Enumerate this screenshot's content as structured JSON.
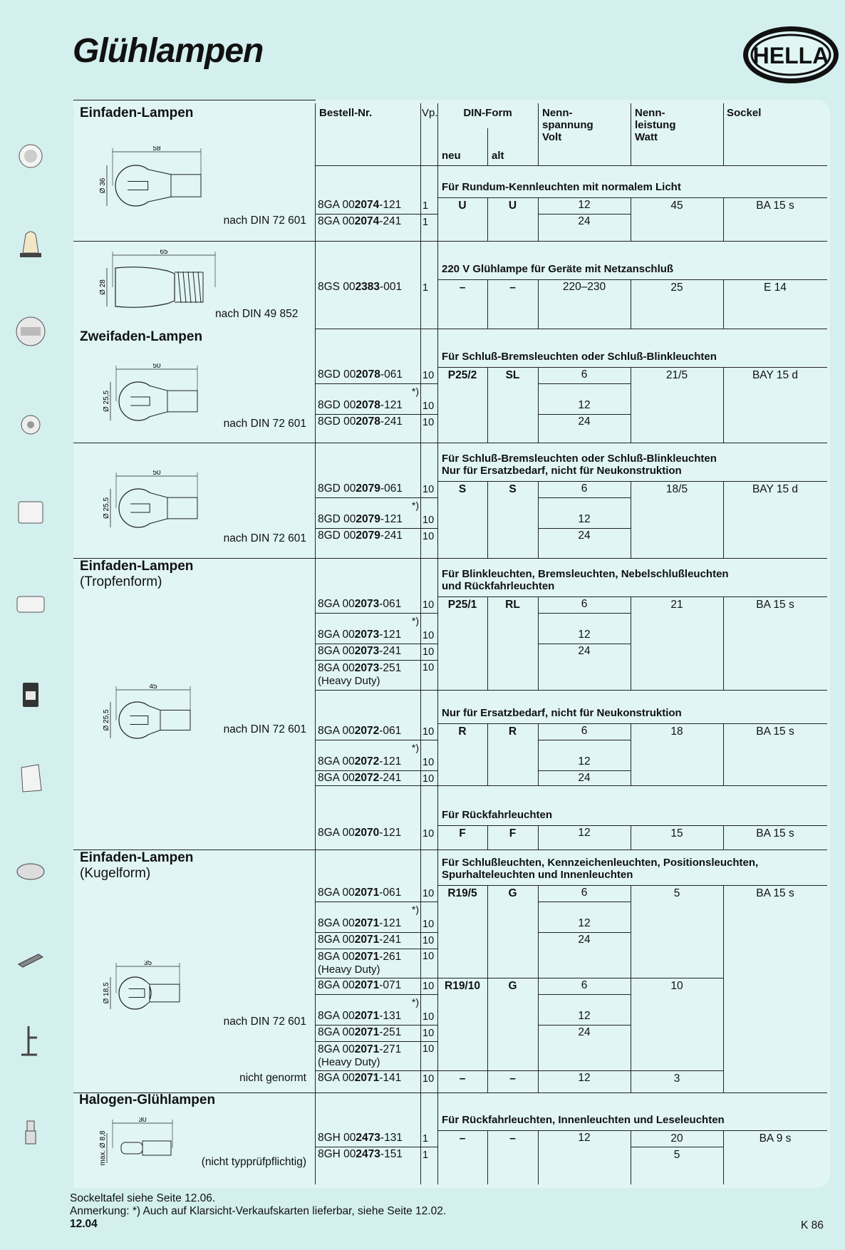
{
  "page": {
    "title": "Glühlampen",
    "logo_text": "HELLA",
    "section_number": "12.04",
    "page_ref": "K  86"
  },
  "footer": {
    "note1": "Sockeltafel siehe Seite 12.06.",
    "note2": "Anmerkung: *) Auch auf Klarsicht-Verkaufskarten lieferbar, siehe Seite 12.02."
  },
  "header": {
    "bestell": "Bestell-Nr.",
    "vp": "Vp.",
    "din": "DIN-Form",
    "neu": "neu",
    "alt": "alt",
    "volt": [
      "Nenn-",
      "spannung",
      "Volt"
    ],
    "watt": [
      "Nenn-",
      "leistung",
      "Watt"
    ],
    "sockel": "Sockel"
  },
  "left": {
    "h1": "Einfaden-Lampen",
    "n1": "nach DIN 72 601",
    "n2": "nach DIN 49 852",
    "h2": "Zweifaden-Lampen",
    "n3": "nach DIN 72 601",
    "n4": "nach DIN 72 601",
    "h3": "Einfaden-Lampen",
    "h3sub": "(Tropfenform)",
    "n5": "nach DIN 72 601",
    "h4": "Einfaden-Lampen",
    "h4sub": "(Kugelform)",
    "n6": "nach DIN 72 601",
    "n7": "nicht genormt",
    "h5": "Halogen-Glühlampen",
    "n8": "(nicht typprüfpflichtig)"
  },
  "drawings": [
    {
      "len": "58",
      "dia": "Ø 36"
    },
    {
      "len": "65",
      "dia": "Ø 28"
    },
    {
      "len": "50",
      "dia": "Ø 25,5"
    },
    {
      "len": "50",
      "dia": "Ø 25,5"
    },
    {
      "len": "45",
      "dia": "Ø 25,5"
    },
    {
      "len": "35",
      "dia": "Ø 18,5"
    },
    {
      "len": "30",
      "dia": "max. Ø 8,8"
    }
  ],
  "marks": {
    "star": "*)",
    "heavy": "(Heavy Duty)"
  },
  "sections": [
    {
      "caption": [
        "Für Rundum-Kennleuchten mit normalem Licht"
      ],
      "rows": [
        {
          "p": "8GA 00",
          "b": "2074",
          "s": "-121",
          "vp": "1",
          "volt": "12"
        },
        {
          "p": "8GA 00",
          "b": "2074",
          "s": "-241",
          "vp": "1",
          "volt": "24"
        }
      ],
      "groups": [
        {
          "row": 0,
          "neu": "U",
          "alt": "U",
          "watt": "45",
          "sockel": "BA 15 s"
        }
      ]
    },
    {
      "caption": [
        "220 V Glühlampe für Geräte mit Netzanschluß"
      ],
      "rows": [
        {
          "p": "8GS 00",
          "b": "2383",
          "s": "-001",
          "vp": "1",
          "volt": "220–230"
        }
      ],
      "groups": [
        {
          "row": 0,
          "neu": "–",
          "alt": "–",
          "watt": "25",
          "sockel": "E 14"
        }
      ]
    },
    {
      "caption": [
        "Für Schluß-Bremsleuchten oder Schluß-Blinkleuchten"
      ],
      "rows": [
        {
          "p": "8GD 00",
          "b": "2078",
          "s": "-061",
          "vp": "10",
          "volt": "6"
        },
        {
          "p": "8GD 00",
          "b": "2078",
          "s": "-121",
          "vp": "10",
          "volt": "12",
          "star": true
        },
        {
          "p": "8GD 00",
          "b": "2078",
          "s": "-241",
          "vp": "10",
          "volt": "24"
        }
      ],
      "groups": [
        {
          "row": 0,
          "neu": "P25/2",
          "alt": "SL",
          "watt": "21/5",
          "sockel": "BAY 15 d"
        }
      ]
    },
    {
      "caption": [
        "Für Schluß-Bremsleuchten oder Schluß-Blinkleuchten",
        "Nur für Ersatzbedarf, nicht für Neukonstruktion"
      ],
      "rows": [
        {
          "p": "8GD 00",
          "b": "2079",
          "s": "-061",
          "vp": "10",
          "volt": "6"
        },
        {
          "p": "8GD 00",
          "b": "2079",
          "s": "-121",
          "vp": "10",
          "volt": "12",
          "star": true
        },
        {
          "p": "8GD 00",
          "b": "2079",
          "s": "-241",
          "vp": "10",
          "volt": "24"
        }
      ],
      "groups": [
        {
          "row": 0,
          "neu": "S",
          "alt": "S",
          "watt": "18/5",
          "sockel": "BAY 15 d"
        }
      ]
    },
    {
      "caption": [
        "Für Blinkleuchten, Bremsleuchten, Nebelschlußleuchten",
        "und Rückfahrleuchten"
      ],
      "rows": [
        {
          "p": "8GA 00",
          "b": "2073",
          "s": "-061",
          "vp": "10",
          "volt": "6"
        },
        {
          "p": "8GA 00",
          "b": "2073",
          "s": "-121",
          "vp": "10",
          "volt": "12",
          "star": true
        },
        {
          "p": "8GA 00",
          "b": "2073",
          "s": "-241",
          "vp": "10",
          "volt": "24"
        },
        {
          "p": "8GA 00",
          "b": "2073",
          "s": "-251",
          "vp": "10",
          "volt": "",
          "heavy": true
        }
      ],
      "groups": [
        {
          "row": 0,
          "neu": "P25/1",
          "alt": "RL",
          "watt": "21",
          "sockel": "BA 15 s"
        }
      ]
    },
    {
      "caption": [
        "Nur für Ersatzbedarf, nicht für Neukonstruktion"
      ],
      "rows": [
        {
          "p": "8GA 00",
          "b": "2072",
          "s": "-061",
          "vp": "10",
          "volt": "6"
        },
        {
          "p": "8GA 00",
          "b": "2072",
          "s": "-121",
          "vp": "10",
          "volt": "12",
          "star": true
        },
        {
          "p": "8GA 00",
          "b": "2072",
          "s": "-241",
          "vp": "10",
          "volt": "24"
        }
      ],
      "groups": [
        {
          "row": 0,
          "neu": "R",
          "alt": "R",
          "watt": "18",
          "sockel": "BA 15 s"
        }
      ]
    },
    {
      "caption": [
        "Für Rückfahrleuchten"
      ],
      "rows": [
        {
          "p": "8GA 00",
          "b": "2070",
          "s": "-121",
          "vp": "10",
          "volt": "12"
        }
      ],
      "groups": [
        {
          "row": 0,
          "neu": "F",
          "alt": "F",
          "watt": "15",
          "sockel": "BA 15 s"
        }
      ]
    },
    {
      "caption": [
        "Für Schlußleuchten, Kennzeichenleuchten, Positionsleuchten,",
        "Spurhalteleuchten und Innenleuchten"
      ],
      "rows": [
        {
          "p": "8GA 00",
          "b": "2071",
          "s": "-061",
          "vp": "10",
          "volt": "6"
        },
        {
          "p": "8GA 00",
          "b": "2071",
          "s": "-121",
          "vp": "10",
          "volt": "12",
          "star": true
        },
        {
          "p": "8GA 00",
          "b": "2071",
          "s": "-241",
          "vp": "10",
          "volt": "24"
        },
        {
          "p": "8GA 00",
          "b": "2071",
          "s": "-261",
          "vp": "10",
          "volt": "",
          "heavy": true
        },
        {
          "p": "8GA 00",
          "b": "2071",
          "s": "-071",
          "vp": "10",
          "volt": "6"
        },
        {
          "p": "8GA 00",
          "b": "2071",
          "s": "-131",
          "vp": "10",
          "volt": "12",
          "star": true
        },
        {
          "p": "8GA 00",
          "b": "2071",
          "s": "-251",
          "vp": "10",
          "volt": "24"
        },
        {
          "p": "8GA 00",
          "b": "2071",
          "s": "-271",
          "vp": "10",
          "volt": "",
          "heavy": true
        },
        {
          "p": "8GA 00",
          "b": "2071",
          "s": "-141",
          "vp": "10",
          "volt": "12"
        }
      ],
      "groups": [
        {
          "row": 0,
          "neu": "R19/5",
          "alt": "G",
          "watt": "5",
          "sockel": "BA 15 s"
        },
        {
          "row": 4,
          "neu": "R19/10",
          "alt": "G",
          "watt": "10"
        },
        {
          "row": 8,
          "neu": "–",
          "alt": "–",
          "watt": "3"
        }
      ]
    },
    {
      "caption": [
        "Für Rückfahrleuchten, Innenleuchten und Leseleuchten"
      ],
      "rows": [
        {
          "p": "8GH 00",
          "b": "2473",
          "s": "-131",
          "vp": "1",
          "volt": "12"
        },
        {
          "p": "8GH 00",
          "b": "2473",
          "s": "-151",
          "vp": "1",
          "volt": ""
        }
      ],
      "groups": [
        {
          "row": 0,
          "neu": "–",
          "alt": "–",
          "watt": "20",
          "sockel": "BA 9 s"
        },
        {
          "row": 1,
          "watt": "5"
        }
      ]
    }
  ]
}
